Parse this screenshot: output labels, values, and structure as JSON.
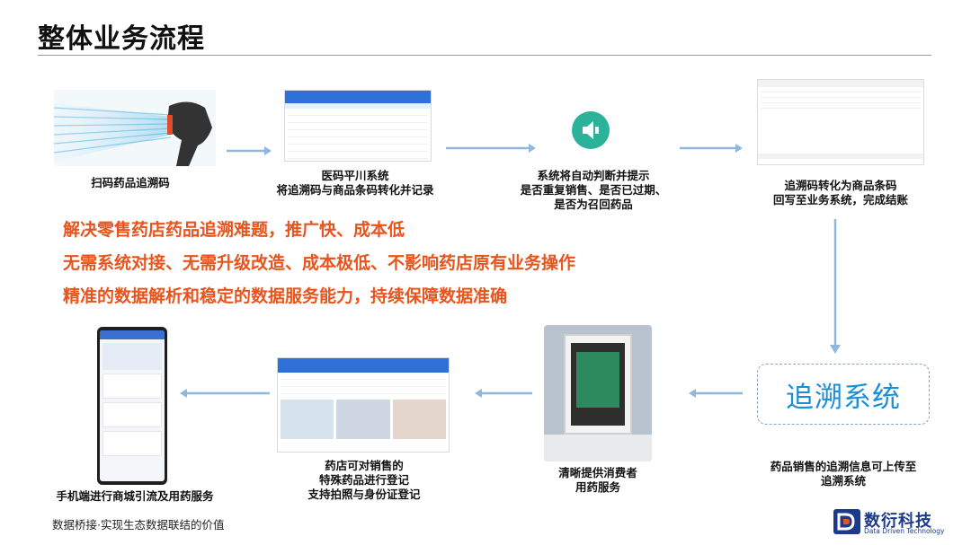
{
  "title": "整体业务流程",
  "captions": {
    "scan": "扫码药品追溯码",
    "system_1": "医码平川系统",
    "system_2": "将追溯码与商品条码转化并记录",
    "judge_1": "系统将自动判断并提示",
    "judge_2": "是否重复销售、是否已过期、",
    "judge_3": "是否为召回药品",
    "convert_1": "追溯码转化为商品条码",
    "convert_2": "回写至业务系统，完成结账",
    "upload_1": "药品销售的追溯信息可上传至",
    "upload_2": "追溯系统",
    "consumer_1": "清晰提供消费者",
    "consumer_2": "用药服务",
    "register_1": "药店可对销售的",
    "register_2": "特殊药品进行登记",
    "register_3": "支持拍照与身份证登记",
    "mobile": "手机端进行商城引流及用药服务"
  },
  "highlights": [
    "解决零售药店药品追溯难题，推广快、成本低",
    "无需系统对接、无需升级改造、成本极低、不影响药店原有业务操作",
    "精准的数据解析和稳定的数据服务能力，持续保障数据准确"
  ],
  "trace_system_label": "追溯系统",
  "footer_note": "数据桥接·实现生态数据联结的价值",
  "logo": {
    "cn": "数衍科技",
    "en": "Data Driven Technology"
  },
  "colors": {
    "accent_orange": "#e8541c",
    "arrow_blue": "#8fb8dc",
    "trace_text_blue": "#1b8fd6",
    "logo_blue": "#1d3a8a"
  }
}
